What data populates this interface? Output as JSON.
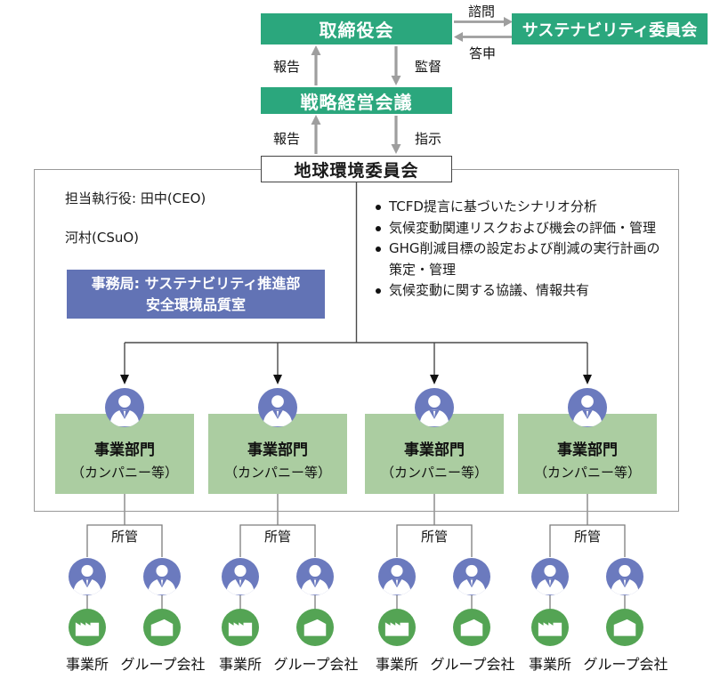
{
  "colors": {
    "brand_green": "#2ba77d",
    "light_green": "#abcda1",
    "purple": "#6273b5",
    "person_blue": "#6b7abe",
    "circle_green": "#54a454",
    "arrow_gray": "#9e9e9e",
    "line_dark": "#4a4a4a"
  },
  "top_chart": {
    "board": "取締役会",
    "sustainability_committee": "サステナビリティ委員会",
    "strategic_meeting": "戦略経営会議",
    "environment_committee": "地球環境委員会",
    "arrow_labels": {
      "consultation": "諮問",
      "report_back": "答申",
      "report_to_board": "報告",
      "supervision": "監督",
      "report_to_meeting": "報告",
      "instruction": "指示"
    }
  },
  "committee_panel": {
    "executives": [
      "担当執行役: 田中(CEO)",
      "河村(CSuO)"
    ],
    "secretariat": {
      "line1": "事務局: サステナビリティ推進部",
      "line2": "安全環境品質室"
    },
    "duties": [
      "TCFD提言に基づいたシナリオ分析",
      "気候変動関連リスクおよび機会の評価・管理",
      "GHG削減目標の設定および削減の実行計画の策定・管理",
      "気候変動に関する協議、情報共有"
    ]
  },
  "units": [
    {
      "label": "事業部門",
      "sublabel": "（カンパニー等）",
      "jurisdiction": "所管",
      "site_label": "事業所",
      "group_label": "グループ会社"
    },
    {
      "label": "事業部門",
      "sublabel": "（カンパニー等）",
      "jurisdiction": "所管",
      "site_label": "事業所",
      "group_label": "グループ会社"
    },
    {
      "label": "事業部門",
      "sublabel": "（カンパニー等）",
      "jurisdiction": "所管",
      "site_label": "事業所",
      "group_label": "グループ会社"
    },
    {
      "label": "事業部門",
      "sublabel": "（カンパニー等）",
      "jurisdiction": "所管",
      "site_label": "事業所",
      "group_label": "グループ会社"
    }
  ]
}
